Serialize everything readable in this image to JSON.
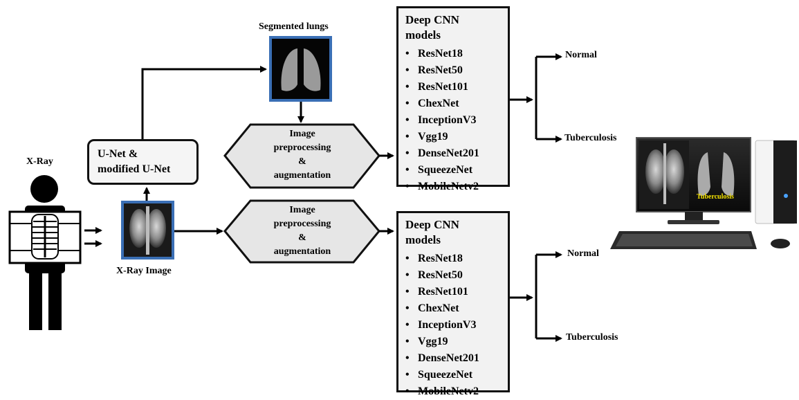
{
  "xray_label": "X-Ray",
  "xray_image_label": "X-Ray Image",
  "unet_box": {
    "line1": "U-Net &",
    "line2": "modified U-Net"
  },
  "segmented_label": "Segmented lungs",
  "preprocessing": {
    "line1": "Image",
    "line2": "preprocessing",
    "line3": "&",
    "line4": "augmentation"
  },
  "models_box": {
    "title_line1": "Deep CNN",
    "title_line2": "models",
    "items": [
      "ResNet18",
      "ResNet50",
      "ResNet101",
      "ChexNet",
      "InceptionV3",
      "Vgg19",
      "DenseNet201",
      "SqueezeNet",
      "MobileNetv2"
    ]
  },
  "outputs": {
    "normal": "Normal",
    "tuberculosis": "Tuberculosis"
  },
  "monitor_overlay": "Tuberculosis",
  "colors": {
    "image_frame": "#3a6fb5",
    "box_fill": "#f2f2f2",
    "hexagon_fill": "#e6e6e6",
    "overlay_text": "#f5e300"
  }
}
